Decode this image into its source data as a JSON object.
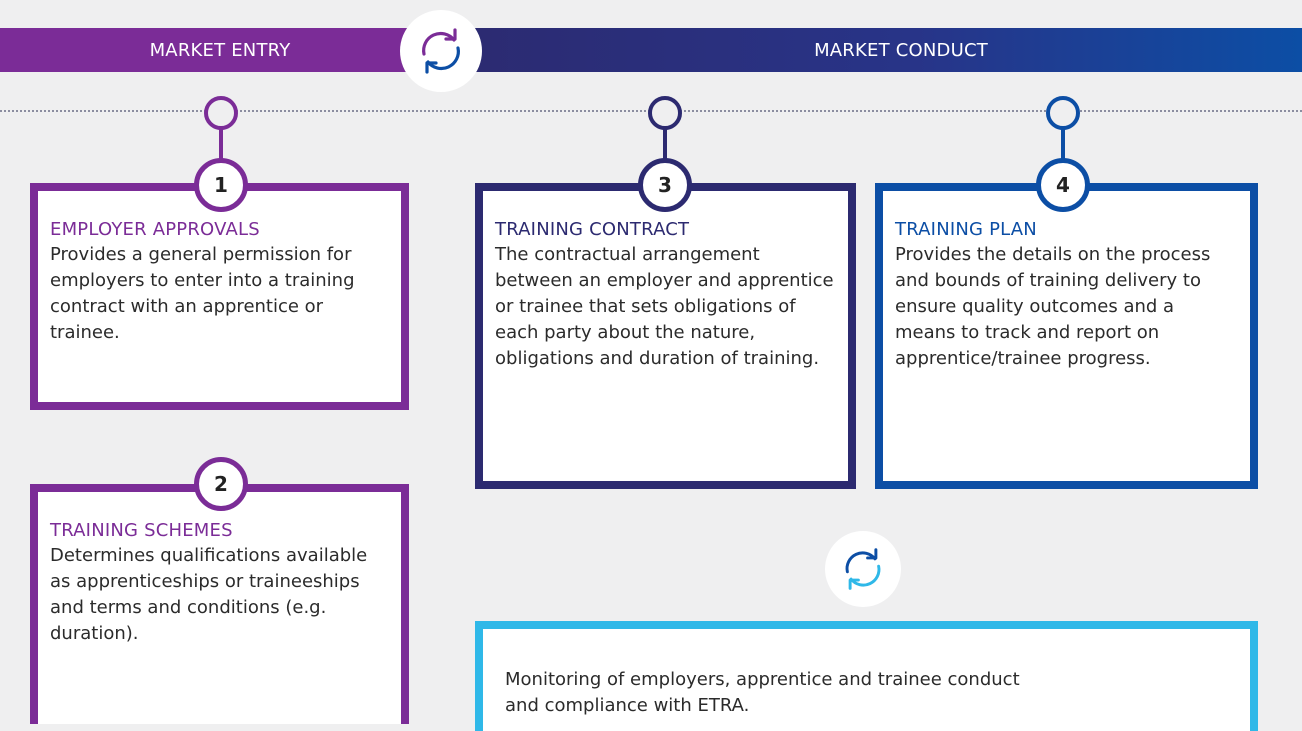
{
  "banners": {
    "market_entry": "MARKET ENTRY",
    "market_conduct": "MARKET CONDUCT"
  },
  "icons": {
    "top_cycle": "refresh-cycle-icon",
    "bottom_cycle": "refresh-cycle-icon"
  },
  "steps": [
    {
      "number": "1",
      "title": "EMPLOYER APPROVALS",
      "body": "Provides a general permission for employers to enter into a training contract with an apprentice or trainee."
    },
    {
      "number": "2",
      "title": "TRAINING SCHEMES",
      "body": "Determines qualifications available as apprenticeships or traineeships and terms and conditions (e.g. duration)."
    },
    {
      "number": "3",
      "title": "TRAINING CONTRACT",
      "body": "The contractual arrangement between an employer and apprentice or trainee that sets obligations of each party about the nature, obligations and duration of training."
    },
    {
      "number": "4",
      "title": "TRAINING PLAN",
      "body": "Provides the details on the process and bounds of training delivery to ensure quality outcomes and a means to track and report on apprentice/trainee progress."
    }
  ],
  "monitoring": {
    "body": "Monitoring of employers, apprentice and trainee conduct and compliance with ETRA."
  },
  "colors": {
    "entry": "#7b2c97",
    "contract": "#2c2a70",
    "plan": "#0c4ea5",
    "monitoring": "#2fb8e8"
  }
}
